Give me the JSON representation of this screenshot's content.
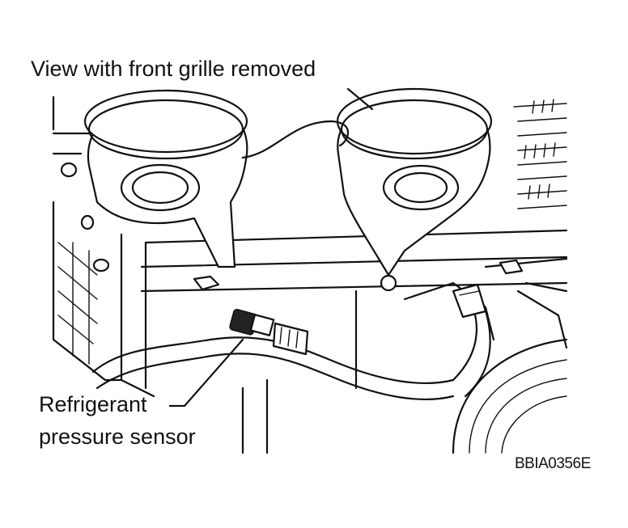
{
  "diagram": {
    "caption": "View with front grille removed",
    "callout_line1": "Refrigerant",
    "callout_line2": "pressure sensor",
    "figure_id": "BBIA0356E"
  }
}
